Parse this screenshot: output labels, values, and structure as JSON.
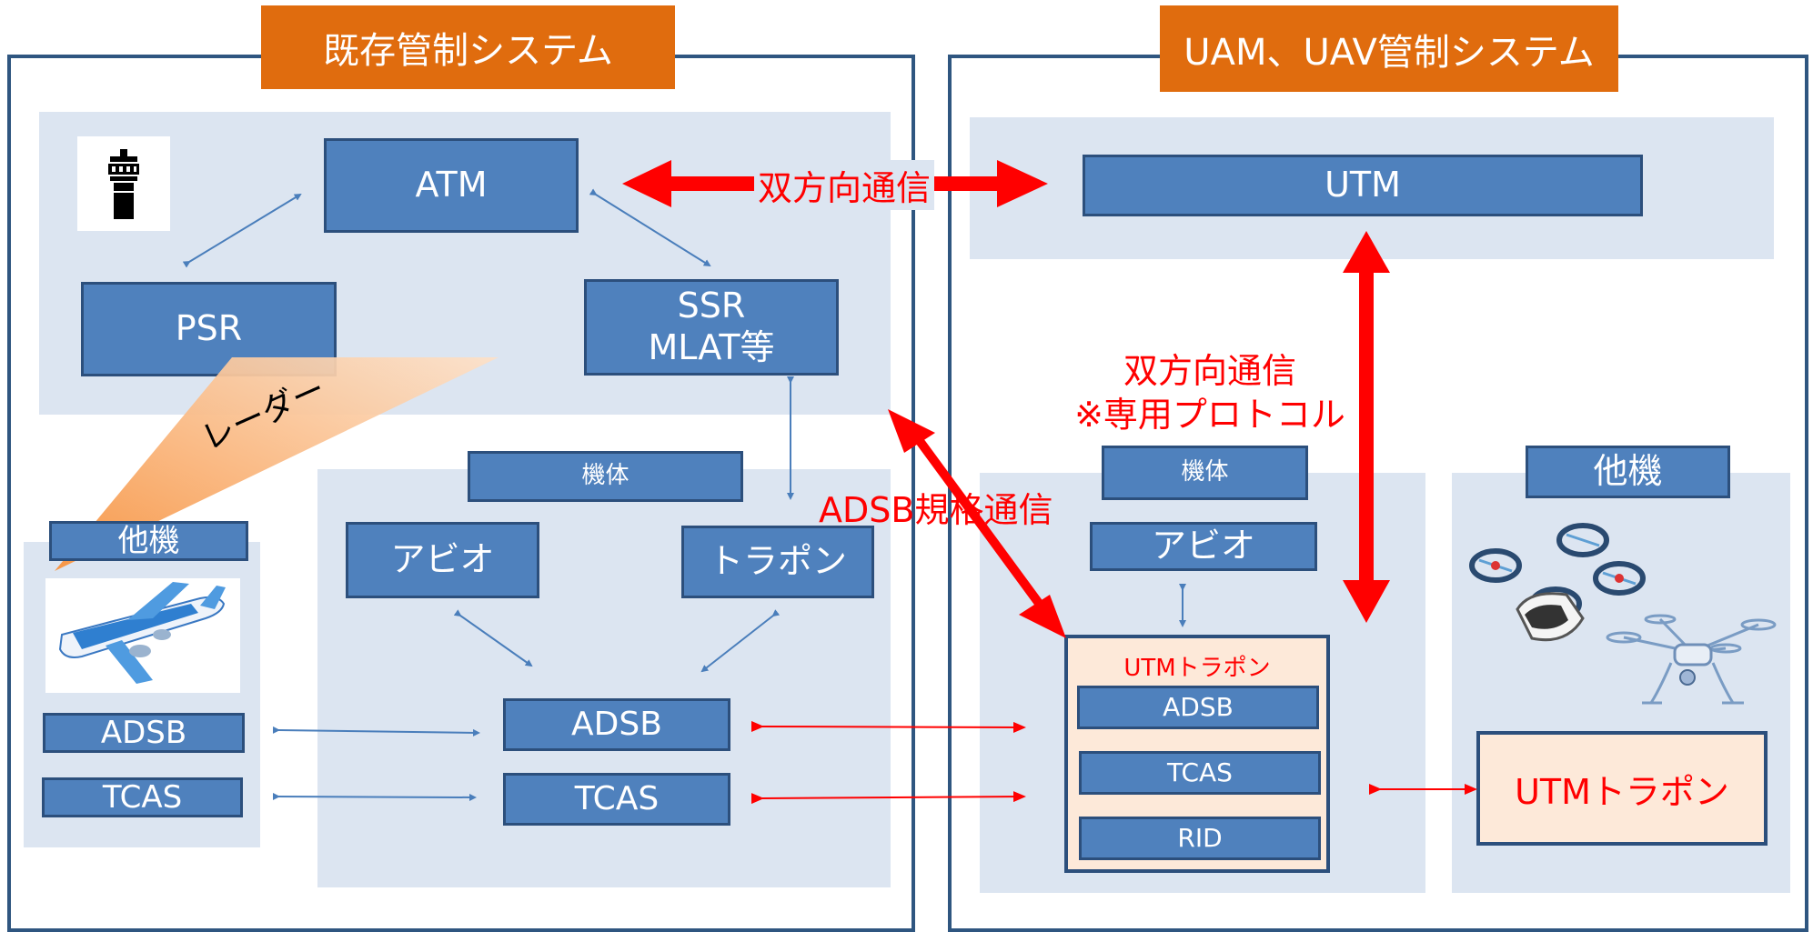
{
  "colors": {
    "frame": "#2f5680",
    "zone": "#dce5f1",
    "header": "#e06c0e",
    "box_fill": "#4f81bd",
    "box_border": "#2c4f7c",
    "blue_arrow": "#4a7ebb",
    "red_arrow": "#ff0000",
    "peach": "#fde9d9",
    "radar_beam": "#f79646"
  },
  "left": {
    "header": "既存管制システム",
    "atm": "ATM",
    "psr": "PSR",
    "ssr_line1": "SSR",
    "ssr_line2": "MLAT等",
    "radar": "レーダー",
    "airframe": "機体",
    "avionics": "アビオ",
    "transponder": "トラポン",
    "adsb": "ADSB",
    "tcas": "TCAS",
    "other": {
      "title": "他機",
      "adsb": "ADSB",
      "tcas": "TCAS"
    }
  },
  "right": {
    "header": "UAM、UAV管制システム",
    "utm": "UTM",
    "airframe": "機体",
    "avionics": "アビオ",
    "utm_transponder": {
      "title": "UTMトラポン",
      "adsb": "ADSB",
      "tcas": "TCAS",
      "rid": "RID"
    },
    "other": {
      "title": "他機",
      "utm_transponder": "UTMトラポン"
    }
  },
  "labels": {
    "bidirectional_top": "双方向通信",
    "bidirectional_right_line1": "双方向通信",
    "bidirectional_right_line2": "※専用プロトコル",
    "adsb_standard": "ADSB規格通信"
  },
  "icons": [
    "control-tower-icon",
    "airplane-icon",
    "evtol-icon",
    "drone-icon"
  ]
}
